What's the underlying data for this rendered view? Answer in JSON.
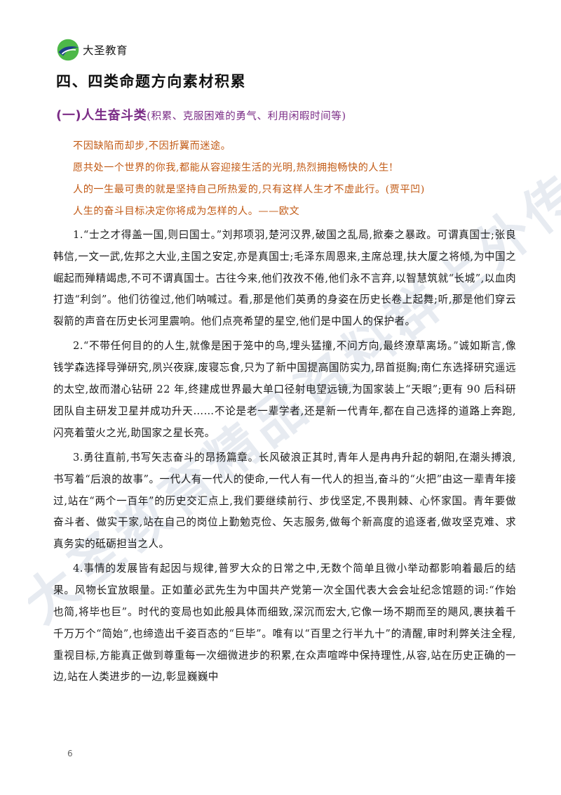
{
  "brand": {
    "name": "大圣教育",
    "colors": {
      "green": "#4db848",
      "blue": "#1d3f8a"
    }
  },
  "watermark": {
    "text": "大圣教育精品资料群上外传",
    "color": "#d4dbe6"
  },
  "heading": "四、四类命题方向素材积累",
  "section": {
    "title": "(一)人生奋斗类",
    "subtitle": "(积累、克服困难的勇气、利用闲暇时间等)",
    "color": "#7b2c86"
  },
  "quotes": {
    "color": "#c25a15",
    "items": [
      "不因缺陷而却步,不因折翼而迷途。",
      "愿共处一个世界的你我,都能从容迎接生活的光明,热烈拥抱畅快的人生!",
      "人的一生最可贵的就是坚持自己所热爱的,只有这样人生才不虚此行。(贾平凹)",
      "人生的奋斗目标决定你将成为怎样的人。——欧文"
    ]
  },
  "paragraphs": [
    "1.“士之才得盖一国,则曰国士。”刘邦项羽,楚河汉界,破国之乱局,掀秦之暴政。可谓真国士;张良韩信,一文一武,佐邦之大业,主国之安定,亦是真国士;毛泽东周恩来,主席总理,扶大厦之将倾,为中国之崛起而殚精竭虑,不可不谓真国士。古往今来,他们孜孜不倦,他们永不言弃,以智慧筑就“长城”,以血肉打造“利剑”。他们彷徨过,他们呐喊过。看,那是他们英勇的身姿在历史长卷上起舞;听,那是他们穿云裂箭的声音在历史长河里震响。他们点亮希望的星空,他们是中国人的保护者。",
    "2.“不带任何目的的人生,就像是困于笼中的鸟,埋头猛撞,不问方向,最终潦草离场。”诚如斯言,像钱学森选择导弹研究,夙兴夜寐,废寝忘食,只为了新中国提高国防实力,昂首挺胸;南仁东选择研究遥远的太空,故而潜心钻研 22 年,终建成世界最大单口径射电望远镜,为国家装上“天眼”;更有 90 后科研团队自主研发卫星并成功升天……不论是老一辈学者,还是新一代青年,都在自己选择的道路上奔跑,闪亮着萤火之光,助国家之星长亮。",
    "3.勇往直前,书写矢志奋斗的昂扬篇章。长风破浪正其时,青年人是冉冉升起的朝阳,在潮头搏浪,书写着“后浪的故事”。一代人有一代人的使命,一代人有一代人的担当,奋斗的“火把”由这一辈青年接过,站在“两个一百年”的历史交汇点上,我们要继续前行、步伐坚定,不畏荆棘、心怀家国。青年要做奋斗者、做实干家,站在自己的岗位上勤勉克俭、矢志服务,做每个新高度的追逐者,做攻坚克难、求真务实的砥砺担当之人。",
    "4.事情的发展皆有起因与规律,普罗大众的日常之中,无数个简单且微小举动都影响着最后的结果。风物长宜放眼量。正如董必武先生为中国共产党第一次全国代表大会会址纪念馆题的词:“作始也简,将毕也巨”。时代的变局也如此般具体而细致,深沉而宏大,它像一场不期而至的飓风,裹挟着千千万万个“简始”,也缔造出千姿百态的“巨毕”。唯有以“百里之行半九十”的清醒,审时利弊关注全程,重视目标,方能真正做到尊重每一次细微进步的积累,在众声喧哗中保持理性,从容,站在历史正确的一边,站在人类进步的一边,彰显巍巍中"
  ],
  "page_number": "6"
}
